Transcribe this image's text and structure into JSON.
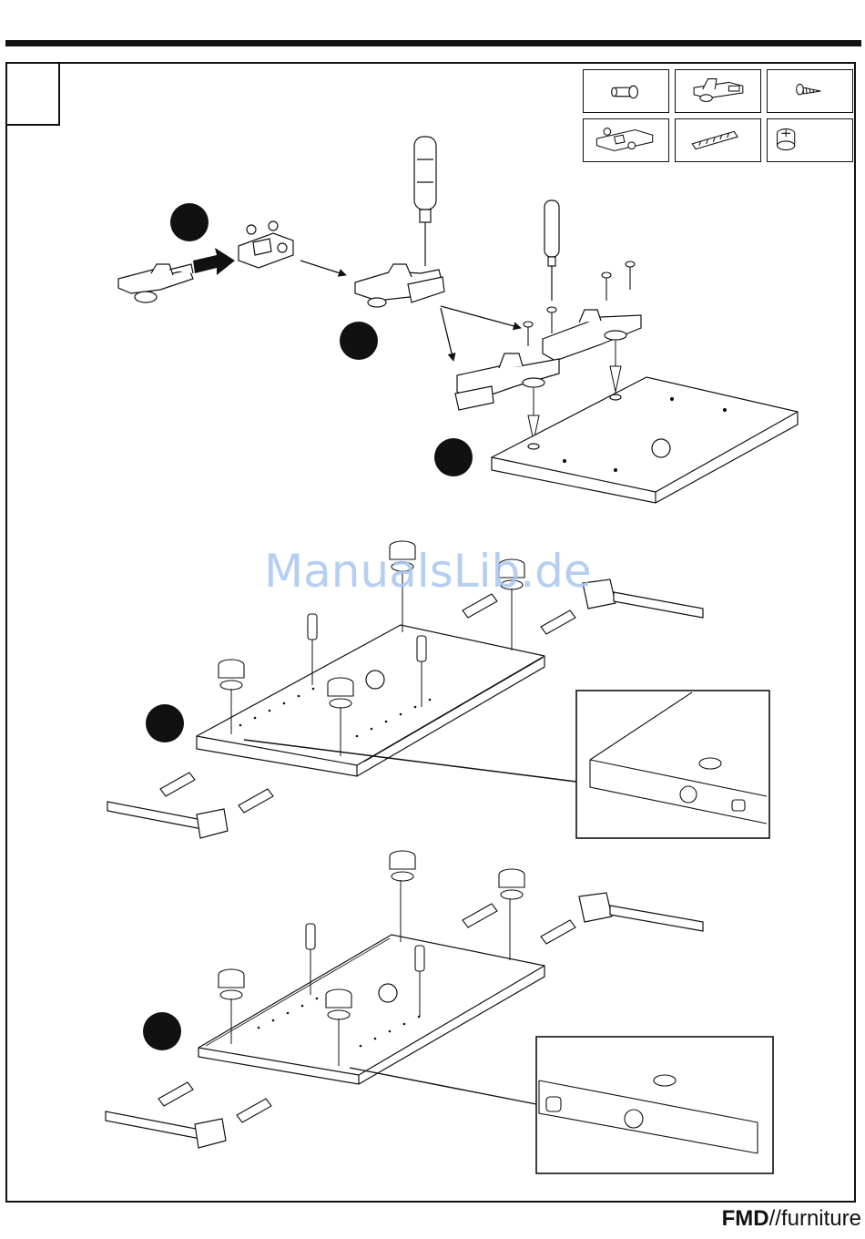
{
  "document": {
    "watermark": "ManualsLib.de",
    "brand": {
      "bold": "FMD",
      "separator": "//",
      "word": "furniture"
    },
    "step_number": "",
    "parts_legend": [
      {
        "icon": "dowel-pin-icon"
      },
      {
        "icon": "hinge-cup-icon"
      },
      {
        "icon": "screw-icon"
      },
      {
        "icon": "hinge-plate-icon"
      },
      {
        "icon": "wooden-dowel-icon"
      },
      {
        "icon": "cam-lock-icon"
      }
    ],
    "sub_steps": [
      {
        "id": "a",
        "label": ""
      },
      {
        "id": "b",
        "label": ""
      },
      {
        "id": "c",
        "label": ""
      },
      {
        "id": "d",
        "label": ""
      },
      {
        "id": "e",
        "label": ""
      }
    ]
  }
}
